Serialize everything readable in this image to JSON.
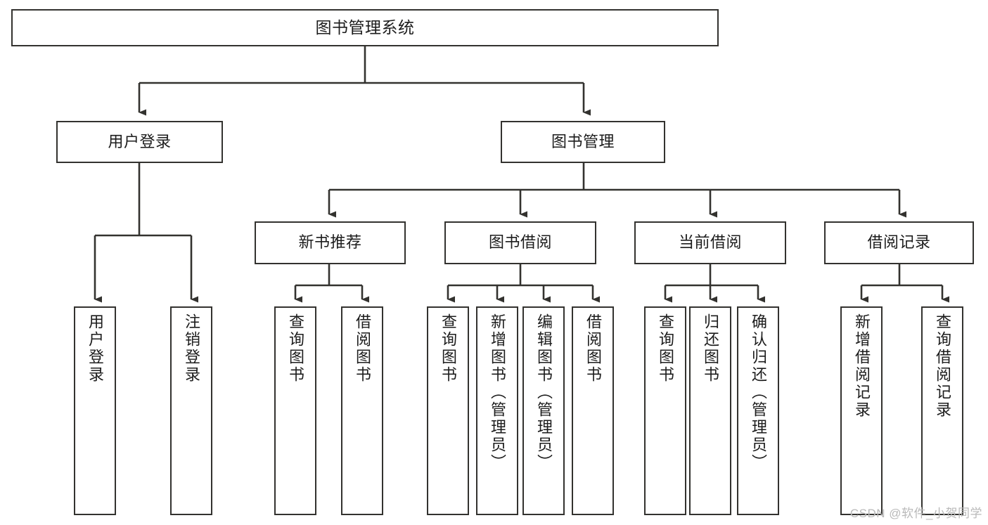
{
  "diagram": {
    "title": "图书管理系统",
    "type": "tree",
    "root": {
      "id": "root",
      "label": "图书管理系统"
    },
    "level1": [
      {
        "id": "user-login",
        "label": "用户登录"
      },
      {
        "id": "book-management",
        "label": "图书管理"
      }
    ],
    "level2": [
      {
        "id": "new-book-recommend",
        "label": "新书推荐",
        "parent": "book-management"
      },
      {
        "id": "book-borrow",
        "label": "图书借阅",
        "parent": "book-management"
      },
      {
        "id": "current-borrow",
        "label": "当前借阅",
        "parent": "book-management"
      },
      {
        "id": "borrow-record",
        "label": "借阅记录",
        "parent": "book-management"
      }
    ],
    "leaves": {
      "user-login": [
        {
          "id": "leaf-user-login",
          "label": "用户登录"
        },
        {
          "id": "leaf-user-logout",
          "label": "注销登录"
        }
      ],
      "new-book-recommend": [
        {
          "id": "leaf-query-book-1",
          "label": "查询图书"
        },
        {
          "id": "leaf-borrow-book-1",
          "label": "借阅图书"
        }
      ],
      "book-borrow": [
        {
          "id": "leaf-query-book-2",
          "label": "查询图书"
        },
        {
          "id": "leaf-add-book",
          "label": "新增图书（管理员）"
        },
        {
          "id": "leaf-edit-book",
          "label": "编辑图书（管理员）"
        },
        {
          "id": "leaf-borrow-book-2",
          "label": "借阅图书"
        }
      ],
      "current-borrow": [
        {
          "id": "leaf-query-book-3",
          "label": "查询图书"
        },
        {
          "id": "leaf-return-book",
          "label": "归还图书"
        },
        {
          "id": "leaf-confirm-return",
          "label": "确认归还（管理员）"
        }
      ],
      "borrow-record": [
        {
          "id": "leaf-add-record",
          "label": "新增借阅记录"
        },
        {
          "id": "leaf-query-record",
          "label": "查询借阅记录"
        }
      ]
    },
    "watermark": "CSDN @软件_小贺同学",
    "colors": {
      "stroke": "#33322f",
      "text": "#1c1c1c",
      "background": "#ffffff",
      "watermark": "#b9b9b9"
    }
  }
}
